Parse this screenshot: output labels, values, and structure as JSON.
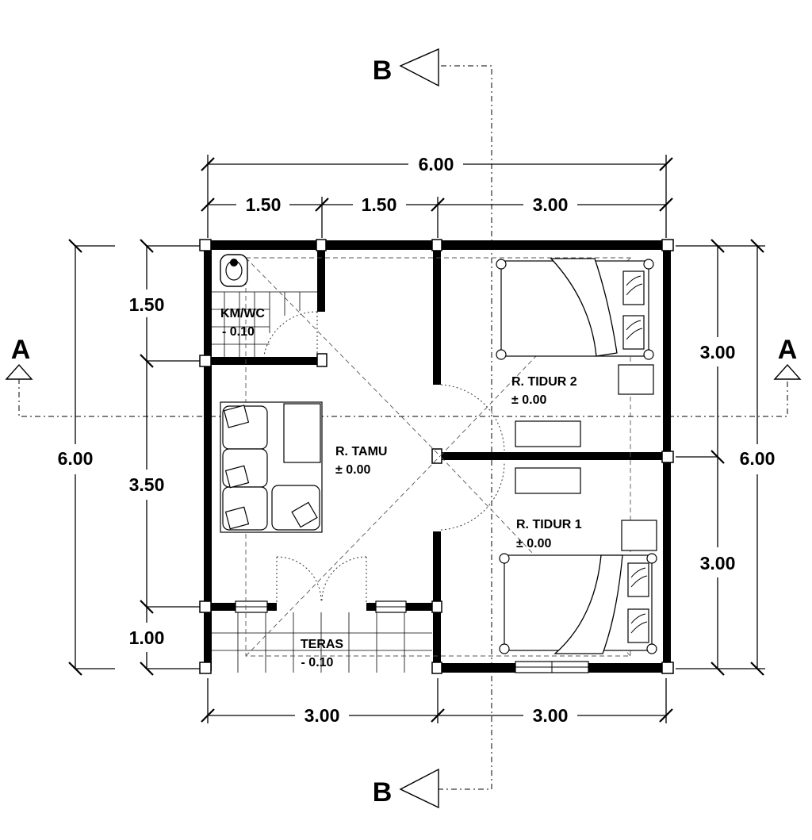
{
  "plan": {
    "section_marks": {
      "a_left": "A",
      "a_right": "A",
      "b_top": "B",
      "b_bottom": "B"
    },
    "dimensions": {
      "top_total": "6.00",
      "top_seg1": "1.50",
      "top_seg2": "1.50",
      "top_seg3": "3.00",
      "bottom_seg1": "3.00",
      "bottom_seg2": "3.00",
      "left_total": "6.00",
      "left_seg1": "1.50",
      "left_seg2": "3.50",
      "left_seg3": "1.00",
      "right_seg1": "3.00",
      "right_seg2": "3.00",
      "right_total": "6.00"
    },
    "rooms": {
      "kmwc": {
        "name": "KM/WC",
        "level": "- 0.10"
      },
      "tamu": {
        "name": "R. TAMU",
        "level": "± 0.00"
      },
      "tidur2": {
        "name": "R. TIDUR 2",
        "level": "± 0.00"
      },
      "tidur1": {
        "name": "R. TIDUR 1",
        "level": "± 0.00"
      },
      "teras": {
        "name": "TERAS",
        "level": "- 0.10"
      }
    }
  }
}
